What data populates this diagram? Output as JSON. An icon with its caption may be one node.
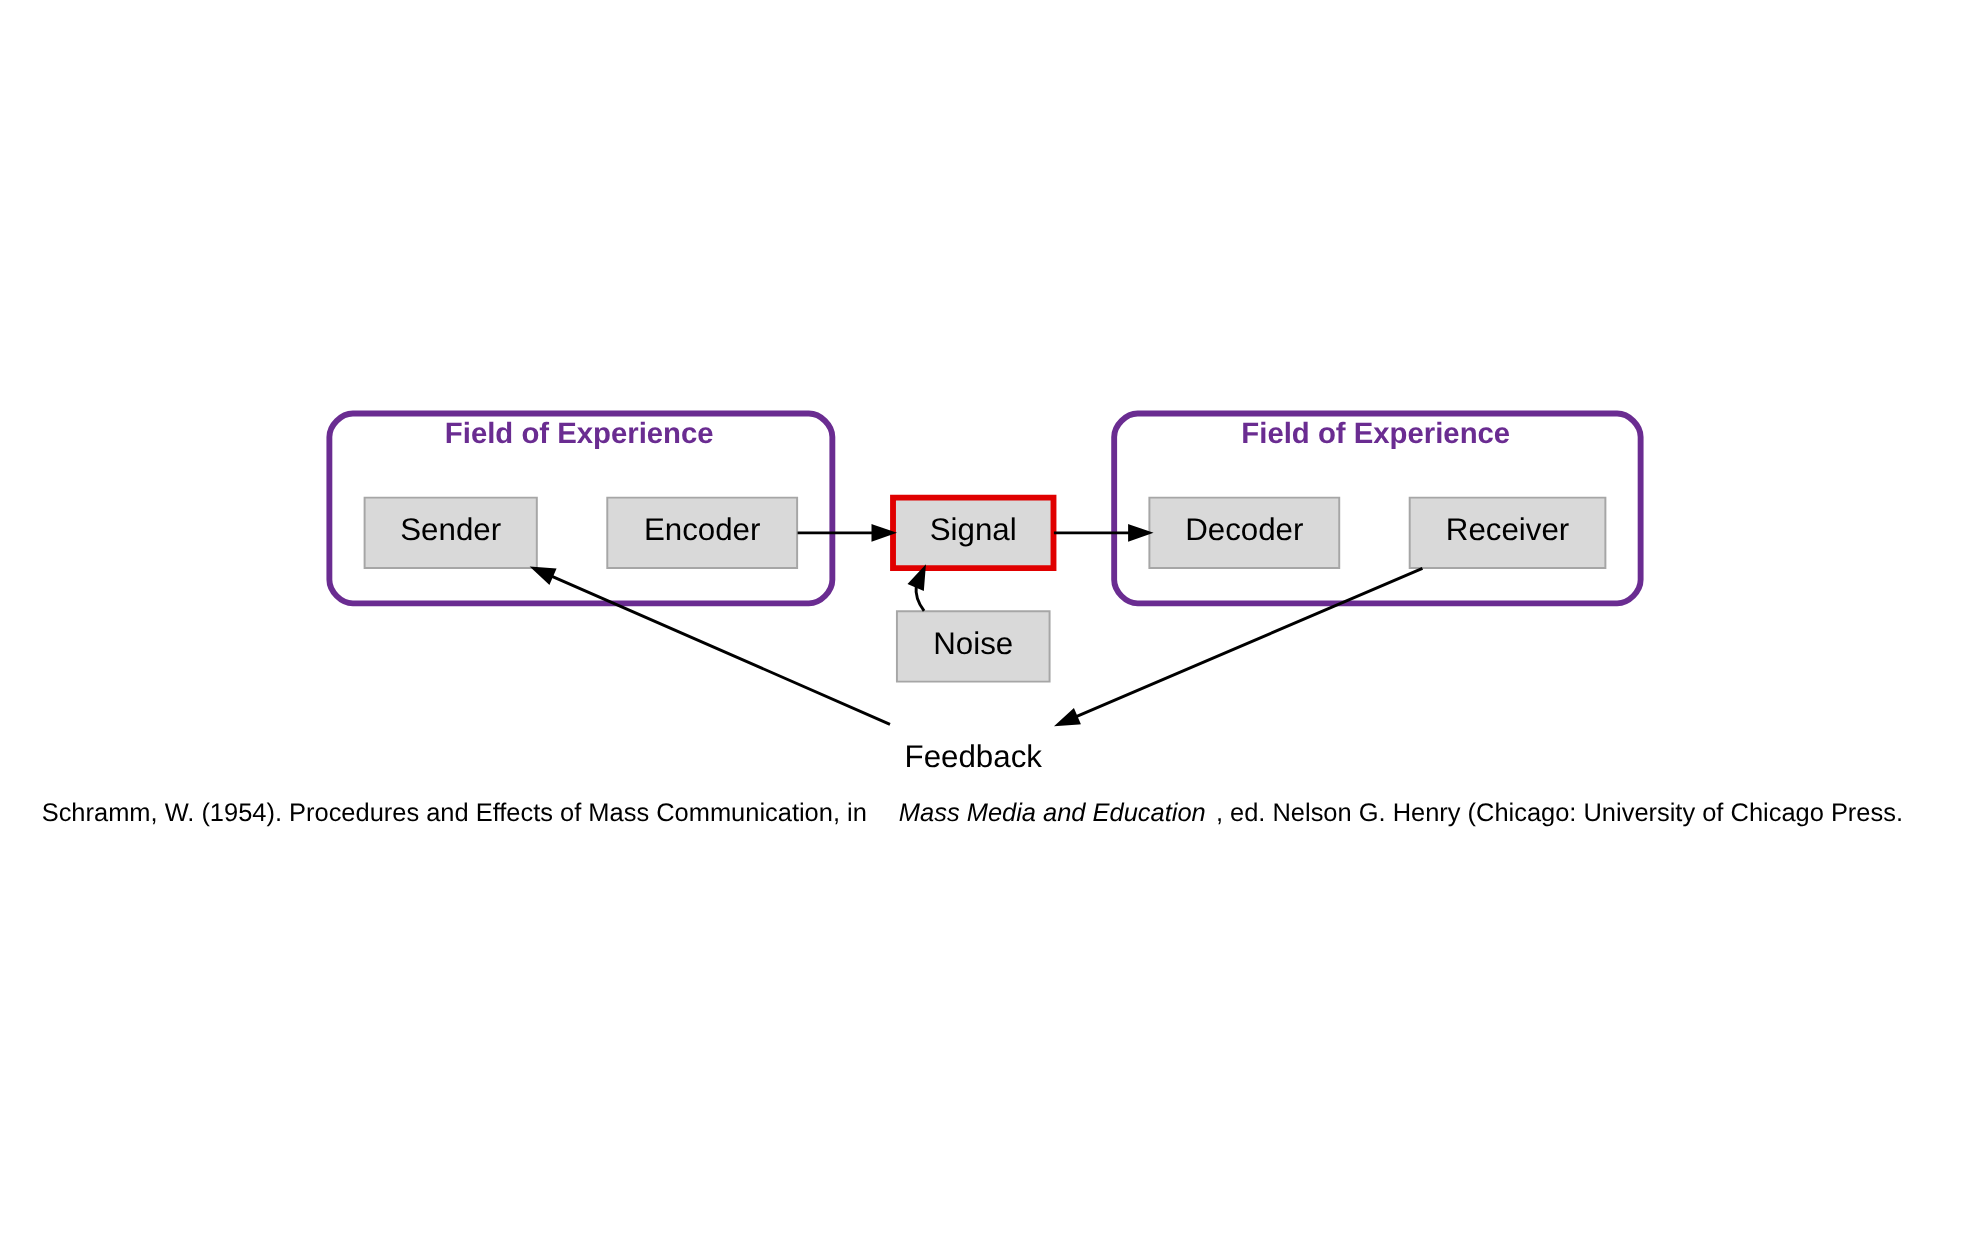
{
  "diagram": {
    "caption": "Schramm, W. (1954). Procedures and Effects of Mass Communication, in *Mass Media and Education*, ed. Nelson G. Henry (Chicago: University of Chicago Press.",
    "nodes": [
      {
        "text": [
          "Field of Experience"
        ]
      },
      {
        "text": [
          "Sender"
        ],
        "in": 0
      },
      {
        "text": [
          "Encoder"
        ],
        "in": 0
      },
      {
        "text": [
          "Field of Experience"
        ]
      },
      {
        "text": [
          "Signal"
        ]
      },
      {
        "text": [
          "Decoder"
        ],
        "in": 3
      },
      {
        "text": [
          "Receiver"
        ],
        "in": 3
      },
      {
        "text": [
          "Noise"
        ]
      },
      {
        "text": [
          "Feedback"
        ]
      }
    ],
    "edges": [
      {
        "from": 2,
        "to": 4,
        "arrow": "to"
      },
      {
        "from": 4,
        "to": 5,
        "arrow": "to"
      },
      {
        "from": 7,
        "to": 4,
        "arrow": "to"
      },
      {
        "from": 6,
        "to": 8,
        "arrow": "to"
      },
      {
        "from": 8,
        "to": 1,
        "arrow": "to"
      }
    ]
  }
}
